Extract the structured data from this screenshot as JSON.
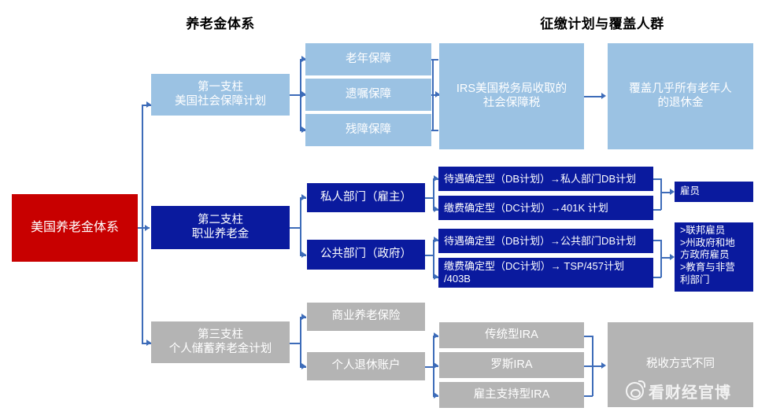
{
  "titles": {
    "left": "养老金体系",
    "right": "征缴计划与覆盖人群"
  },
  "root": {
    "label": "美国养老金体系",
    "color": "#c80000"
  },
  "pillars": [
    {
      "id": "pillar1",
      "label": "第一支柱\n美国社会保障计划",
      "color": "#9bc2e3"
    },
    {
      "id": "pillar2",
      "label": "第二支柱\n职业养老金",
      "color": "#0a1a9e"
    },
    {
      "id": "pillar3",
      "label": "第三支柱\n个人储蓄养老金计划",
      "color": "#b4b4b4"
    }
  ],
  "pillar1_branches": [
    {
      "label": "老年保障"
    },
    {
      "label": "遗嘱保障"
    },
    {
      "label": "残障保障"
    }
  ],
  "pillar1_collection": {
    "label": "IRS美国税务局收取的\n社会保障税"
  },
  "pillar1_coverage": {
    "label": "覆盖几乎所有老年人\n的退休金"
  },
  "pillar2_sectors": [
    {
      "label": "私人部门（雇主）"
    },
    {
      "label": "公共部门（政府）"
    }
  ],
  "pillar2_plans": [
    {
      "label": "待遇确定型（DB计划）→私人部门DB计划"
    },
    {
      "label": "缴费确定型（DC计划）→401K 计划"
    },
    {
      "label": "待遇确定型（DB计划）→公共部门DB计划"
    },
    {
      "label": "缴费确定型（DC计划）→ TSP/457计划\n/403B"
    }
  ],
  "pillar2_groups": [
    {
      "label": "雇员"
    },
    {
      "label": ">联邦雇员\n>州政府和地\n方政府雇员\n>教育与非营\n利部门"
    }
  ],
  "pillar3_branches": [
    {
      "label": "商业养老保险"
    },
    {
      "label": "个人退休账户"
    }
  ],
  "pillar3_iras": [
    {
      "label": "传统型IRA"
    },
    {
      "label": "罗斯IRA"
    },
    {
      "label": "雇主支持型IRA"
    }
  ],
  "pillar3_outcome": {
    "label": "税收方式不同"
  },
  "watermark": {
    "label": "看财经官博",
    "icon": "weibo-icon"
  },
  "palette": {
    "red": "#c80000",
    "navy": "#0a1a9e",
    "light_blue": "#9bc2e3",
    "gray": "#b4b4b4",
    "connector": "#3d6cb9",
    "text": "#ffffff"
  }
}
